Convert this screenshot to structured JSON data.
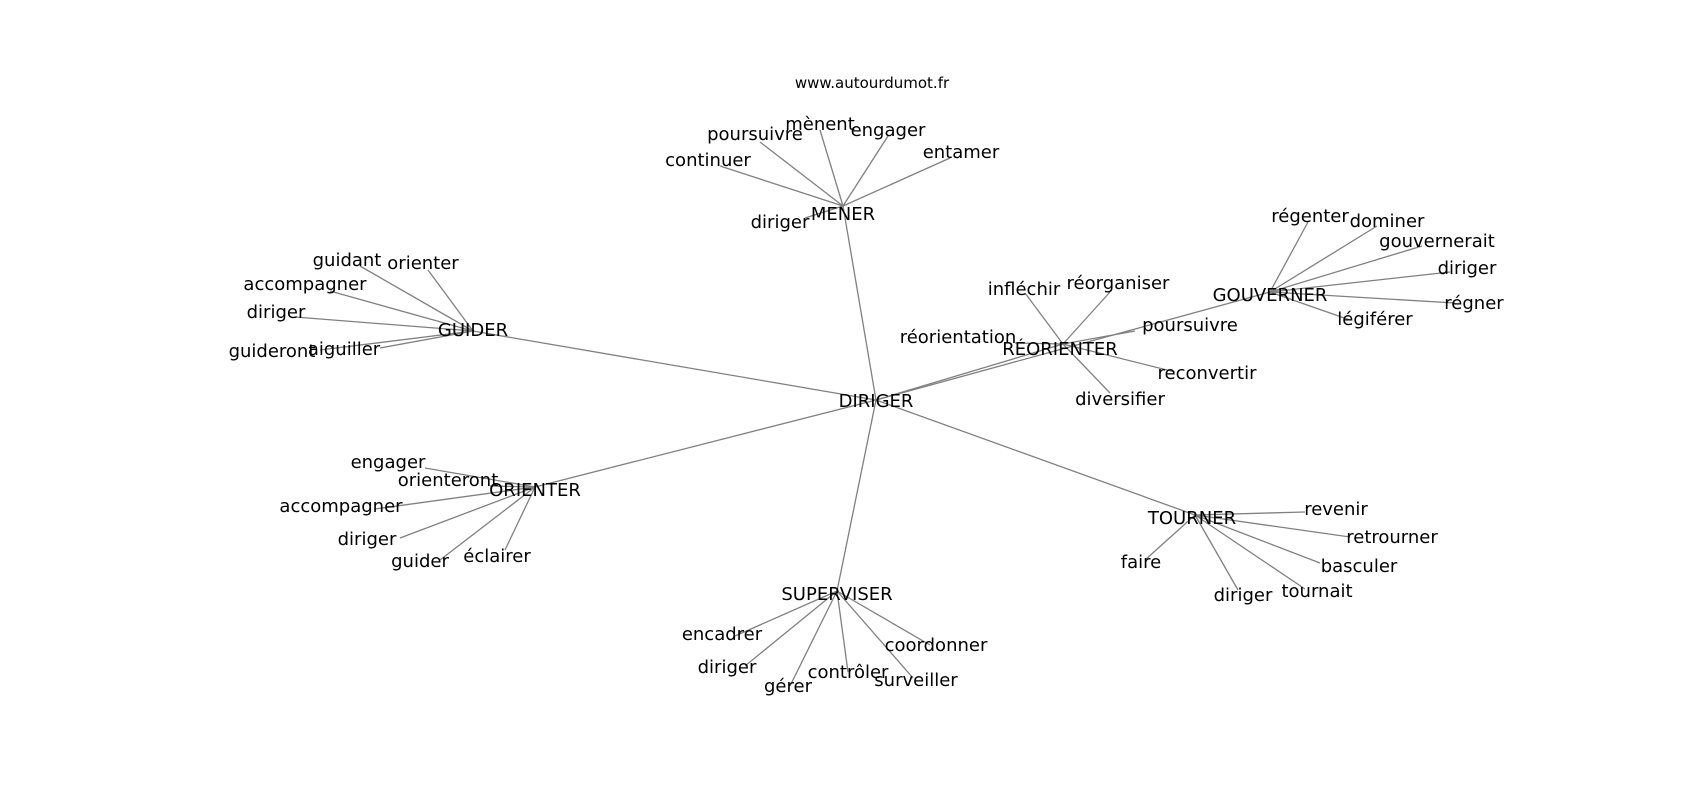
{
  "site": "www.autourdumot.fr",
  "colors": {
    "edge": "#808080",
    "text": "#000000",
    "background": "#ffffff"
  },
  "center": "DIRIGER",
  "hubs": [
    {
      "id": "mener",
      "label": "MENER",
      "words": [
        "continuer",
        "poursuivre",
        "mènent",
        "engager",
        "entamer",
        "diriger"
      ]
    },
    {
      "id": "guider",
      "label": "GUIDER",
      "words": [
        "guidant",
        "orienter",
        "accompagner",
        "diriger",
        "guideront",
        "aiguiller"
      ]
    },
    {
      "id": "reorienter",
      "label": "RÉORIENTER",
      "words": [
        "infléchir",
        "réorganiser",
        "poursuivre",
        "réorientation",
        "reconvertir",
        "diversifier"
      ]
    },
    {
      "id": "gouverner",
      "label": "GOUVERNER",
      "words": [
        "régenter",
        "dominer",
        "gouvernerait",
        "diriger",
        "régner",
        "légiférer"
      ]
    },
    {
      "id": "orienter",
      "label": "ORIENTER",
      "words": [
        "engager",
        "orienteront",
        "accompagner",
        "diriger",
        "guider",
        "éclairer"
      ]
    },
    {
      "id": "tourner",
      "label": "TOURNER",
      "words": [
        "revenir",
        "retrourner",
        "basculer",
        "tournait",
        "diriger",
        "faire"
      ]
    },
    {
      "id": "superviser",
      "label": "SUPERVISER",
      "words": [
        "encadrer",
        "diriger",
        "gérer",
        "contrôler",
        "surveiller",
        "coordonner"
      ]
    }
  ]
}
